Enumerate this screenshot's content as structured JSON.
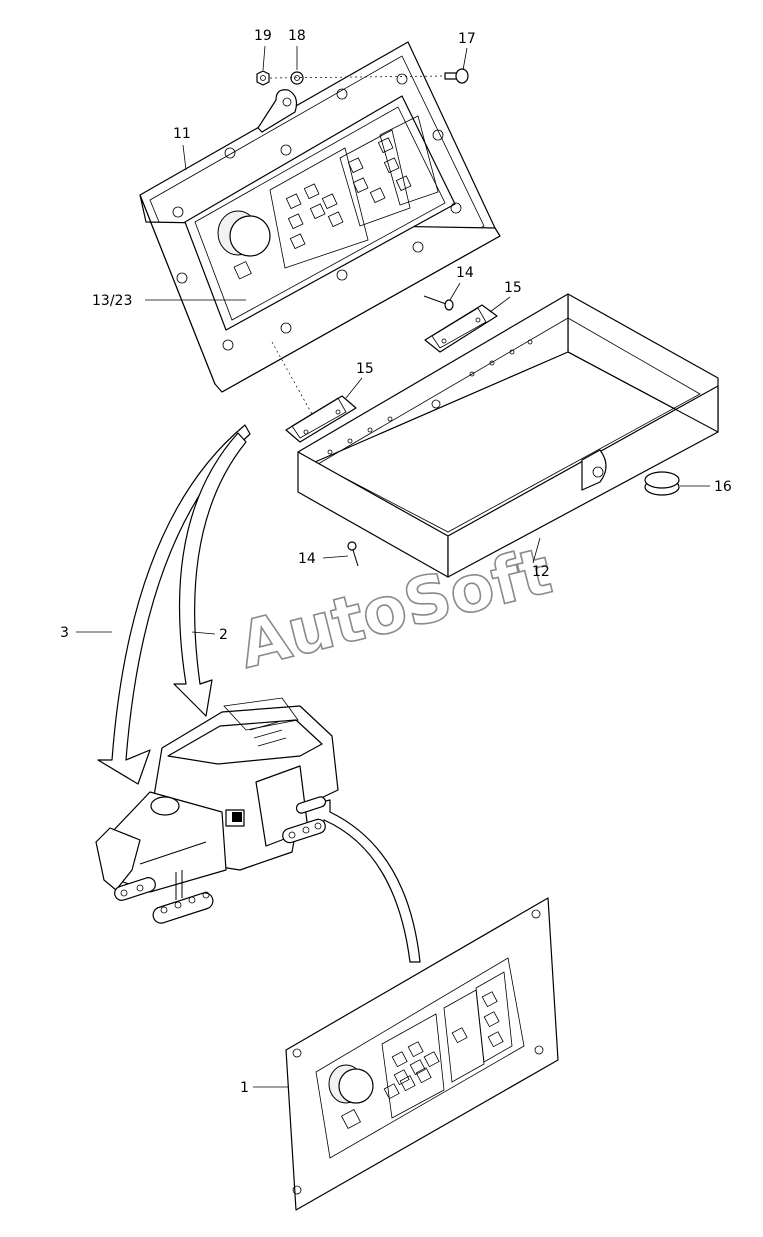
{
  "watermark": "AutoSoft",
  "callouts": {
    "c1": "1",
    "c2": "2",
    "c3": "3",
    "c11": "11",
    "c12": "12",
    "c13_23": "13/23",
    "c14a": "14",
    "c14b": "14",
    "c15a": "15",
    "c15b": "15",
    "c16": "16",
    "c17": "17",
    "c18": "18",
    "c19": "19"
  }
}
